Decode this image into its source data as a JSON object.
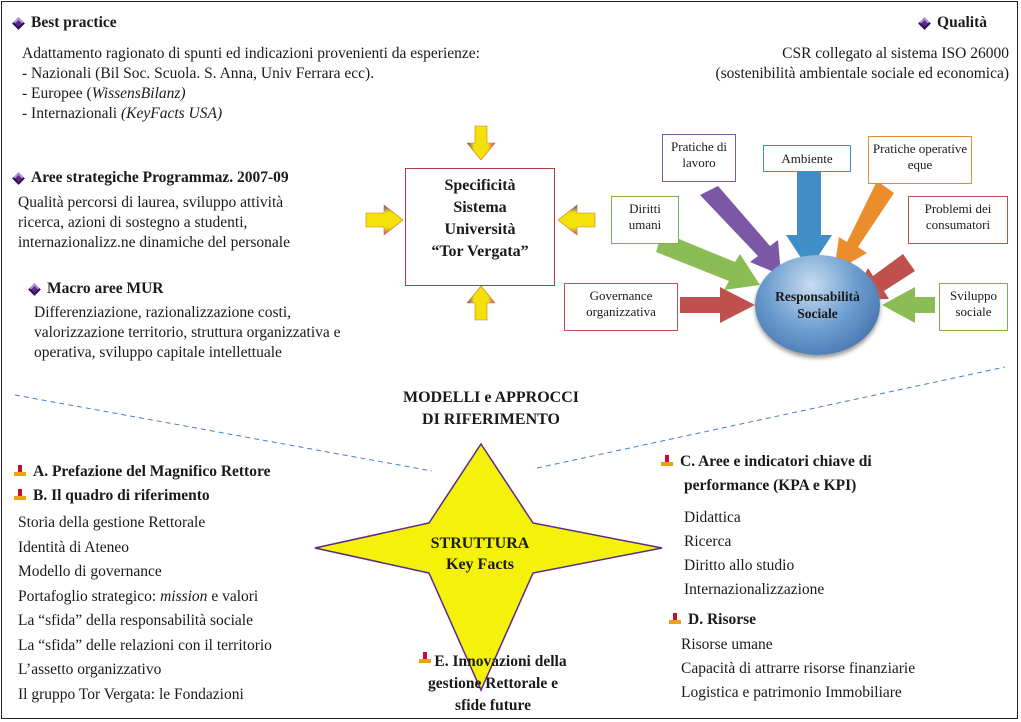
{
  "best_practice": {
    "title": "Best practice",
    "lines": [
      "Adattamento ragionato di spunti ed indicazioni provenienti da esperienze:",
      "- Nazionali (Bil Soc. Scuola. S. Anna, Univ Ferrara ecc).",
      "- Europee (WissensBilanz)",
      "- Internazionali (KeyFacts USA)"
    ]
  },
  "qualita": {
    "title": "Qualità",
    "lines": [
      "CSR collegato al sistema ISO 26000",
      "(sostenibilità ambientale sociale ed economica)"
    ]
  },
  "aree_strategiche": {
    "title": "Aree strategiche Programmaz. 2007-09",
    "lines": [
      "Qualità percorsi di laurea, sviluppo attività",
      "ricerca, azioni di sostegno a studenti,",
      "internazionalizz.ne dinamiche del personale"
    ]
  },
  "macro_aree": {
    "title": "Macro aree MUR",
    "lines": [
      "Differenziazione, razionalizzazione costi,",
      "valorizzazione territorio, struttura organizzativa e",
      "operativa, sviluppo capitale intellettuale"
    ]
  },
  "center_box": {
    "lines": [
      "Specificità",
      "Sistema",
      "Università",
      "“Tor Vergata”"
    ]
  },
  "csr_diagram": {
    "center": "Responsabilità Sociale",
    "spokes": {
      "diritti": "Diritti umani",
      "pratiche_lavoro": "Pratiche di lavoro",
      "ambiente": "Ambiente",
      "pratiche_operative": "Pratiche operative eque",
      "problemi": "Problemi dei consumatori",
      "governance": "Governance organizzativa",
      "sviluppo": "Sviluppo sociale"
    },
    "colors": {
      "green": "#8cbd55",
      "purple": "#7b57a6",
      "blue": "#3f8ec8",
      "orange": "#ec8d2c",
      "red": "#c0504d"
    }
  },
  "modelli": {
    "line1": "MODELLI e APPROCCI",
    "line2": "DI RIFERIMENTO"
  },
  "star": {
    "line1": "STRUTTURA",
    "line2": "Key Facts",
    "fill": "#f5f20a"
  },
  "section_a": {
    "title": "A. Prefazione del Magnifico Rettore"
  },
  "section_b": {
    "title": "B. Il quadro di riferimento",
    "items": [
      "Storia della gestione Rettorale",
      "Identità di Ateneo",
      "Modello di governance",
      "Portafoglio strategico: mission e valori",
      "La “sfida” della responsabilità sociale",
      "La “sfida” delle relazioni con il territorio",
      "L’assetto organizzativo",
      "Il gruppo Tor Vergata: le Fondazioni"
    ]
  },
  "section_c": {
    "title_line1": "C. Aree e indicatori chiave di",
    "title_line2": "performance (KPA e KPI)",
    "items": [
      "Didattica",
      "Ricerca",
      "Diritto allo studio",
      "Internazionalizzazione"
    ]
  },
  "section_d": {
    "title": "D. Risorse",
    "items": [
      "Risorse umane",
      "Capacità di attrarre risorse finanziarie",
      "Logistica e patrimonio Immobiliare"
    ]
  },
  "section_e": {
    "lines": [
      "E. Innovazioni della",
      "gestione Rettorale e",
      "sfide future"
    ]
  }
}
